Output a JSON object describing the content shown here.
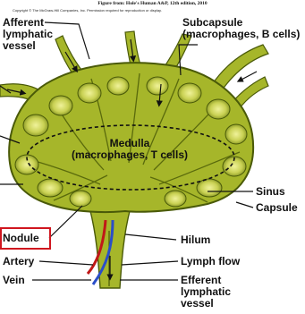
{
  "figure_title": "Figure from: Hole's  Human A&P, 12th edition, 2010",
  "copyright": "Copyright © The McGraw-Hill Companies, Inc. Permission required for reproduction or display.",
  "labels": {
    "afferent": [
      "Afferent",
      "lymphatic",
      "vessel"
    ],
    "subcapsule": [
      "Subcapsule",
      "(macrophages, B cells)"
    ],
    "medulla": [
      "Medulla",
      "(macrophages, T cells)"
    ],
    "sinus": "Sinus",
    "capsule": "Capsule",
    "nodule": "Nodule",
    "hilum": "Hilum",
    "artery": "Artery",
    "lymph_flow": "Lymph flow",
    "vein": "Vein",
    "efferent": [
      "Efferent",
      "lymphatic",
      "vessel"
    ]
  },
  "colors": {
    "node_fill": "#a6b62a",
    "node_dark": "#4a5a08",
    "highlight_box": "#d0161f",
    "artery": "#c01818",
    "vein": "#2a4ec8"
  }
}
